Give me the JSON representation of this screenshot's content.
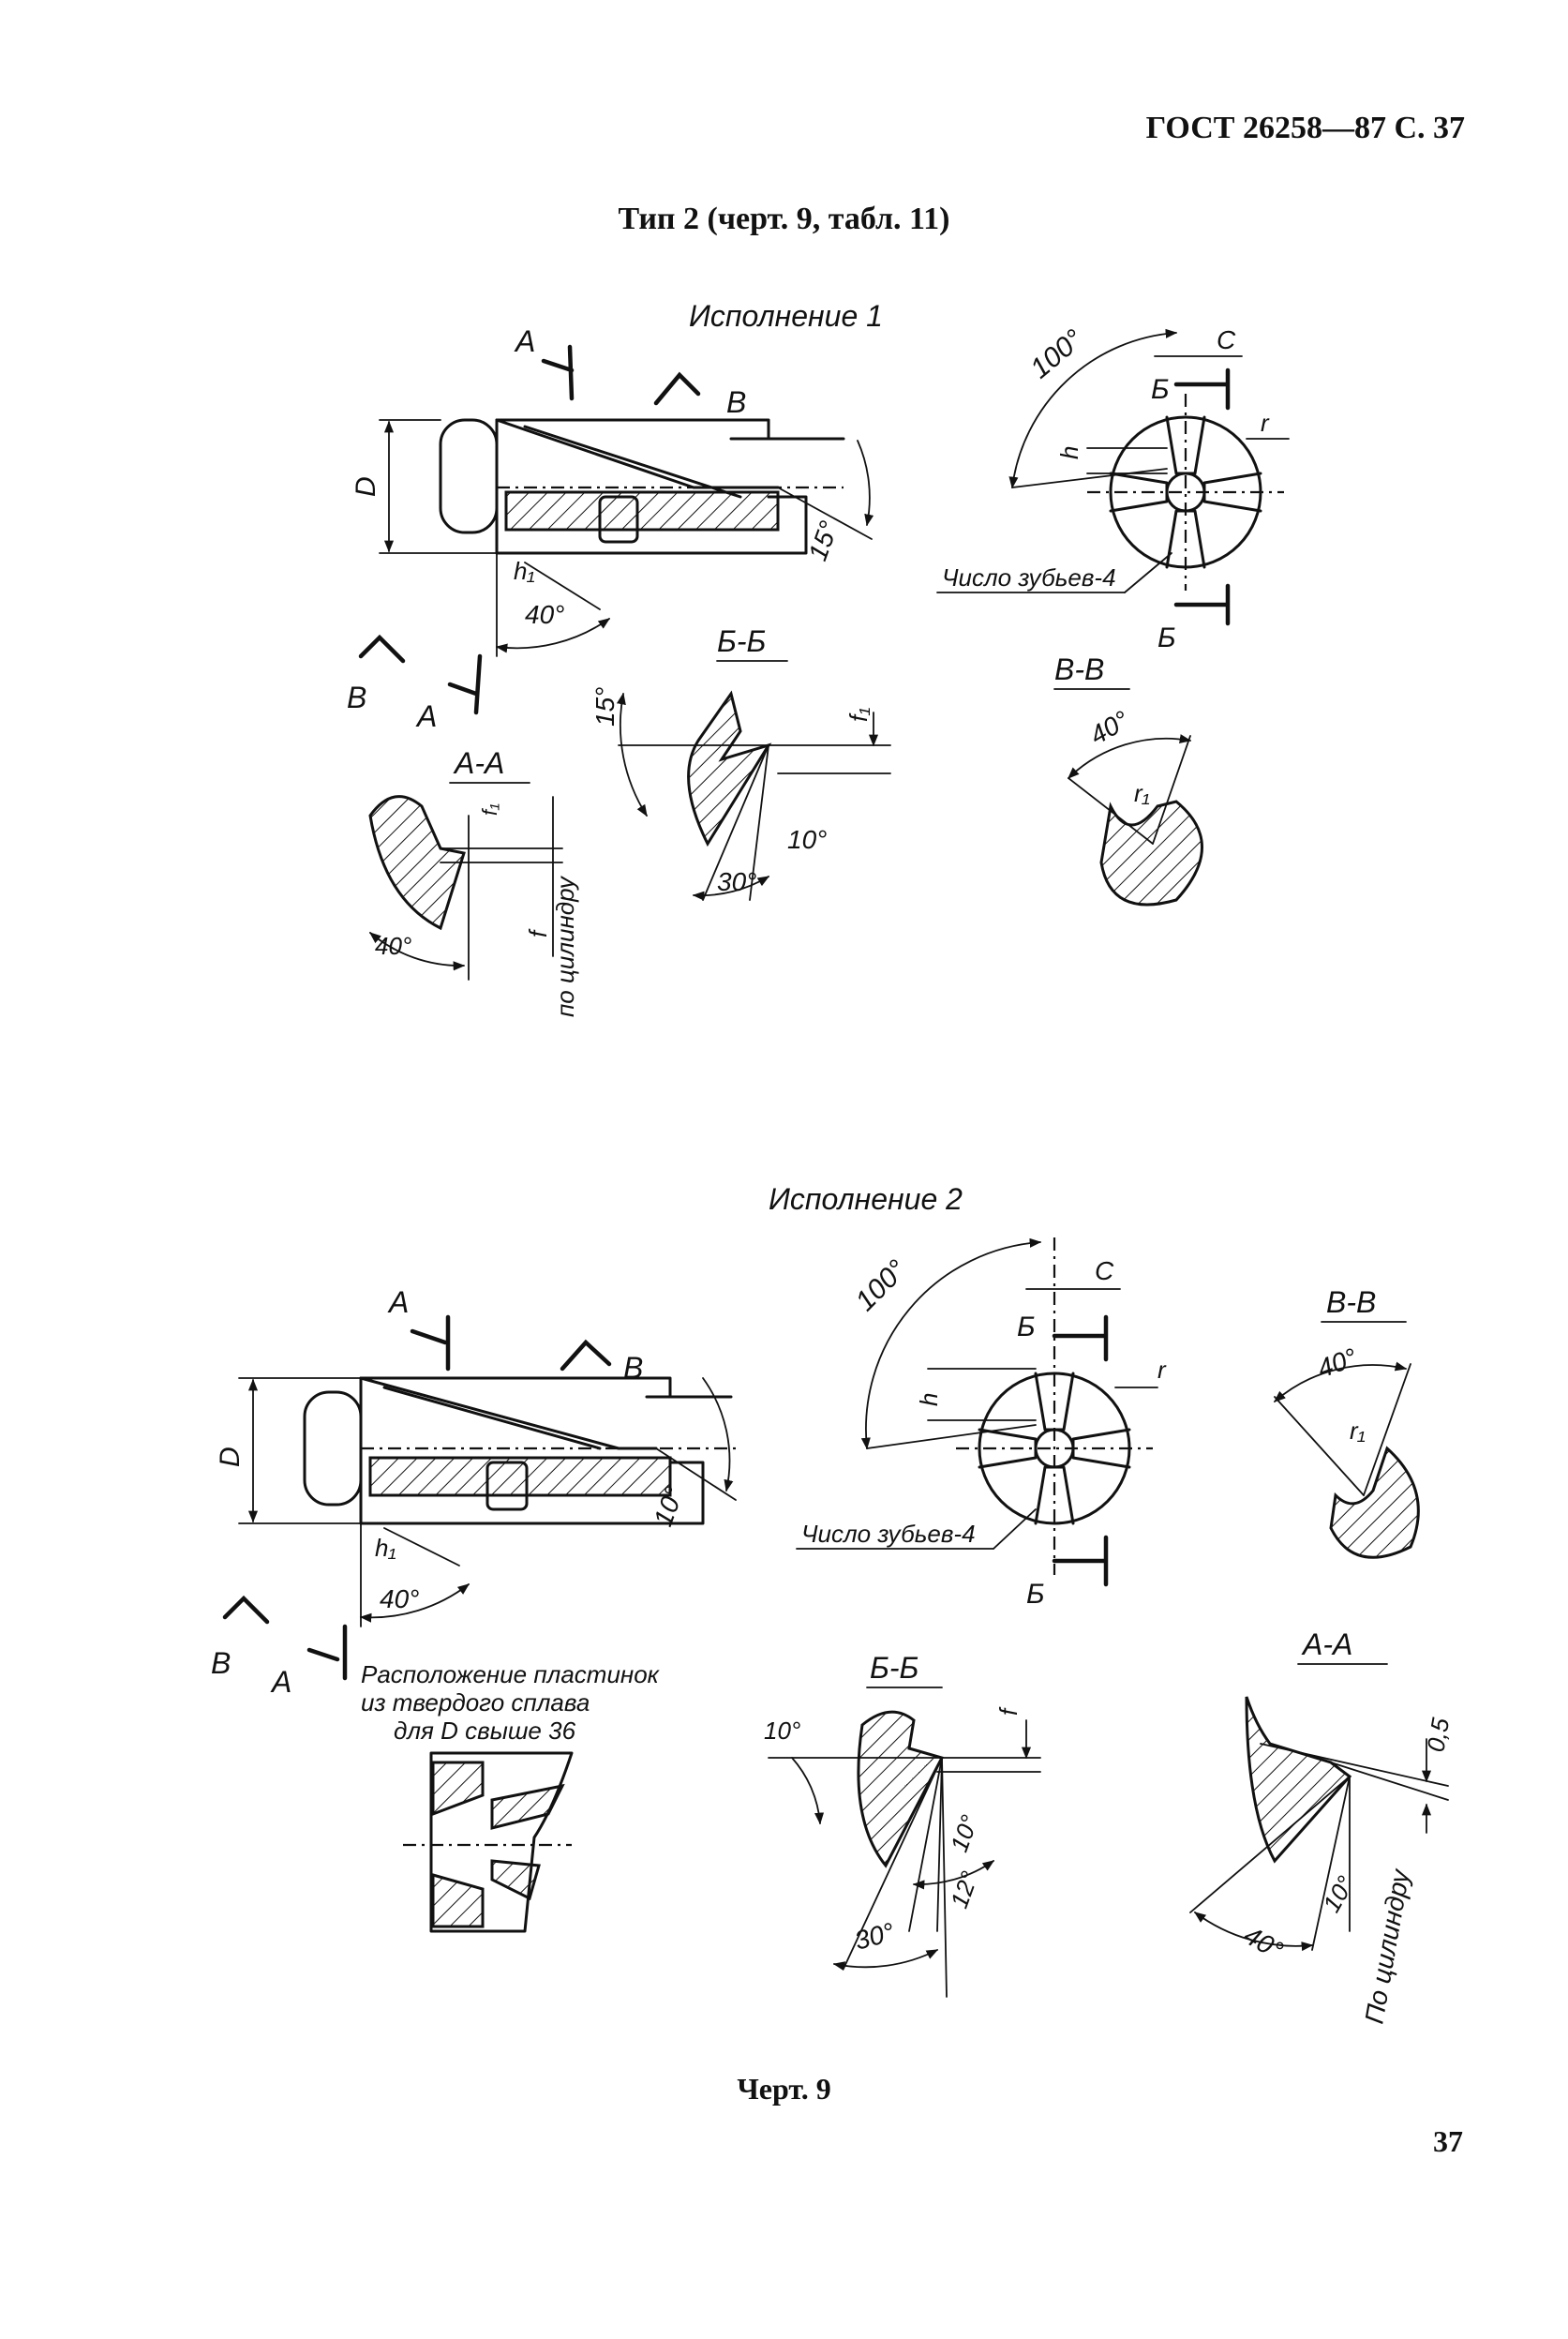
{
  "header": {
    "standard": "ГОСТ 26258—87 С. 37",
    "type_title": "Тип 2 (черт. 9, табл. 11)"
  },
  "variant1": {
    "title": "Исполнение 1",
    "labels": {
      "section_a": "А",
      "section_v": "В",
      "section_b": "Б",
      "dim_d": "D",
      "dim_h1": "h₁",
      "dim_h": "h",
      "dim_c": "C",
      "dim_r": "r",
      "dim_r1": "r₁",
      "dim_f": "f",
      "dim_f1": "f₁",
      "angle_100": "100°",
      "angle_15": "15°",
      "angle_40": "40°",
      "angle_10": "10°",
      "angle_30": "30°"
    },
    "teeth_note": "Число зубьев-4",
    "section_bb": "Б-Б",
    "section_vv": "В-В",
    "section_aa": "А-А",
    "cylinder_note": "по цилиндру"
  },
  "variant2": {
    "title": "Исполнение 2",
    "labels": {
      "section_a": "А",
      "section_v": "В",
      "section_b": "Б",
      "dim_d": "D",
      "dim_h1": "h₁",
      "dim_h": "h",
      "dim_c": "C",
      "dim_r": "r",
      "dim_r1": "r₁",
      "dim_f": "f",
      "dim_05": "0,5",
      "angle_100": "100°",
      "angle_10": "10°",
      "angle_40": "40°",
      "angle_12": "12°",
      "angle_30": "30°"
    },
    "teeth_note": "Число зубьев-4",
    "section_vv": "В-В",
    "section_bb": "Б-Б",
    "section_aa": "А-А",
    "carbide_note": [
      "Расположение пластинок",
      "из твердого сплава",
      "для D свыше 36"
    ],
    "cylinder_note": "По цилиндру"
  },
  "footer": {
    "caption": "Черт. 9",
    "page_number": "37"
  }
}
